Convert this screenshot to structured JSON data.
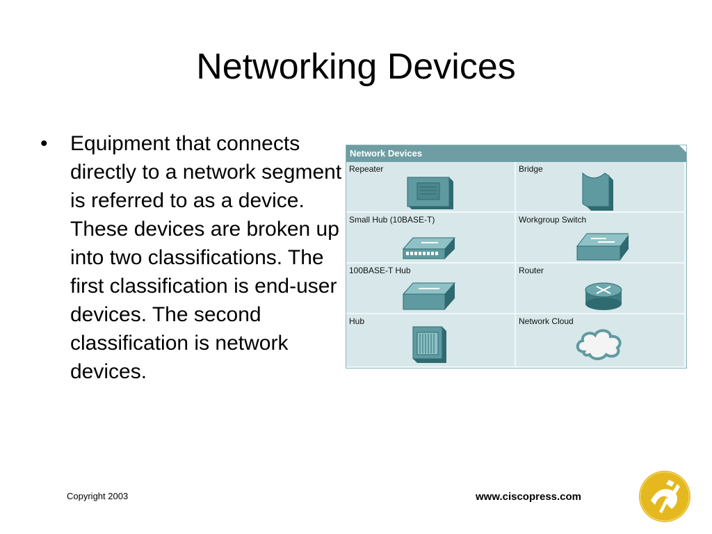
{
  "slide": {
    "title": "Networking Devices",
    "bullet_symbol": "•",
    "bullet_text": "Equipment that connects directly to a network segment is referred to as a device. These devices are broken up into two classifications. The first classification is end-user devices. The second classification is network devices."
  },
  "table": {
    "header": "Network Devices",
    "cells": [
      {
        "label": "Repeater",
        "icon": "repeater-icon"
      },
      {
        "label": "Bridge",
        "icon": "bridge-icon"
      },
      {
        "label": "Small Hub (10BASE-T)",
        "icon": "small-hub-icon"
      },
      {
        "label": "Workgroup Switch",
        "icon": "workgroup-switch-icon"
      },
      {
        "label": "100BASE-T Hub",
        "icon": "100base-t-hub-icon"
      },
      {
        "label": "Router",
        "icon": "router-icon"
      },
      {
        "label": "Hub",
        "icon": "hub-icon"
      },
      {
        "label": "Network Cloud",
        "icon": "network-cloud-icon"
      }
    ],
    "colors": {
      "header": "#6e9ea3",
      "cell_background": "#d7e7ea",
      "device": "#5f9aa0"
    }
  },
  "footer": {
    "copyright": "Copyright 2003",
    "url": "www.ciscopress.com",
    "logo_icon": "ciscopress-logo-icon"
  }
}
